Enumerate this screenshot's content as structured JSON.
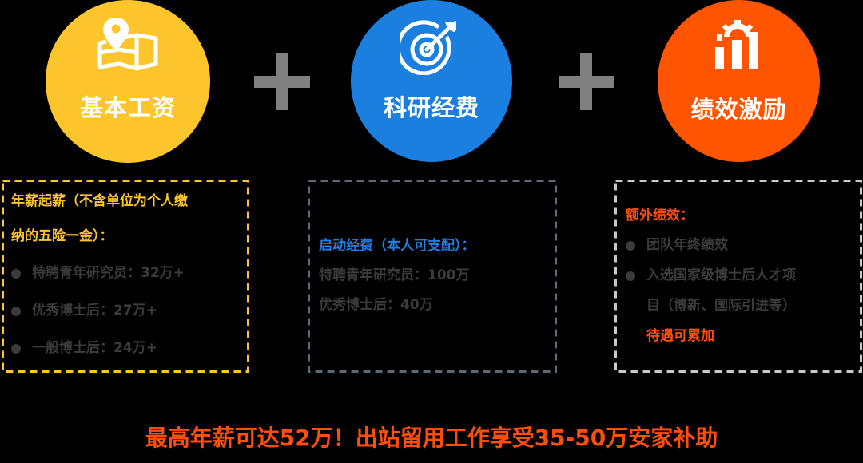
{
  "pillars": [
    {
      "title": "基本工资",
      "icon": "map-pin-icon",
      "color": "#fdc52c"
    },
    {
      "title": "科研经费",
      "icon": "target-arrow-icon",
      "color": "#1b7fe0"
    },
    {
      "title": "绩效激励",
      "icon": "gear-bar-chart-icon",
      "color": "#ff5500"
    }
  ],
  "operators": [
    "+",
    "+"
  ],
  "boxes": {
    "salary": {
      "border_color": "#fdc52c",
      "heading_line1": "年薪起薪（不含单位为个人缴",
      "heading_line2": "纳的五险一金）：",
      "items": [
        "特聘青年研究员：32万+",
        "优秀博士后：27万+",
        "一般博士后：24万+"
      ]
    },
    "funding": {
      "border_color": "#5a6a78",
      "heading": "启动经费（本人可支配）：",
      "lines": [
        "特聘青年研究员：100万",
        "优秀博士后：40万"
      ]
    },
    "bonus": {
      "border_color": "#c8c8c8",
      "heading": "额外绩效：",
      "items": [
        "团队年终绩效",
        "入选国家级博士后人才项"
      ],
      "continuation": "目（博新、国际引进等）",
      "note": "待遇可累加"
    }
  },
  "footer": "最高年薪可达52万！出站留用工作享受35-50万安家补助",
  "colors": {
    "background": "#000000",
    "yellow": "#fdc52c",
    "blue": "#1b7fe0",
    "orange": "#ff5500",
    "operator_gray": "#808080",
    "body_text_gray": "#3b3b3b"
  }
}
